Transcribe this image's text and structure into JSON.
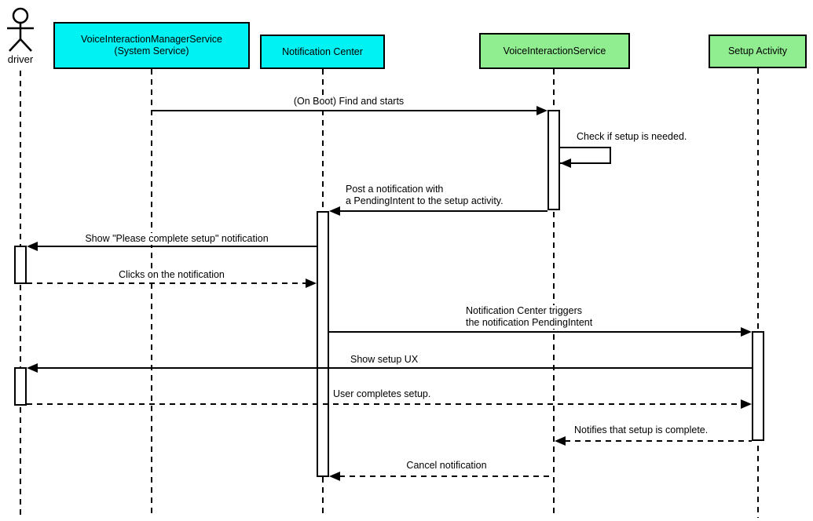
{
  "diagram": {
    "kind": "uml-sequence-diagram",
    "colors": {
      "system_participant": "#00F2F2",
      "app_participant": "#90EE90",
      "line": "#000000",
      "background": "#FFFFFF"
    },
    "actor": {
      "name": "driver"
    },
    "participants": [
      {
        "id": "voice-interaction-manager-service",
        "label": "VoiceInteractionManagerService\n(System Service)",
        "color": "#00F2F2"
      },
      {
        "id": "notification-center",
        "label": "Notification Center",
        "color": "#00F2F2"
      },
      {
        "id": "voice-interaction-service",
        "label": "VoiceInteractionService",
        "color": "#90EE90"
      },
      {
        "id": "setup-activity",
        "label": "Setup Activity",
        "color": "#90EE90"
      }
    ],
    "messages": [
      {
        "from": "voice-interaction-manager-service",
        "to": "voice-interaction-service",
        "style": "solid",
        "label": "(On Boot) Find and starts"
      },
      {
        "from": "voice-interaction-service",
        "to": "voice-interaction-service",
        "style": "solid-self",
        "label": "Check if setup is needed."
      },
      {
        "from": "voice-interaction-service",
        "to": "notification-center",
        "style": "solid",
        "label": "Post a notification with\na PendingIntent to the setup activity."
      },
      {
        "from": "notification-center",
        "to": "driver",
        "style": "solid",
        "label": "Show \"Please complete setup\" notification"
      },
      {
        "from": "driver",
        "to": "notification-center",
        "style": "dashed",
        "label": "Clicks on the notification"
      },
      {
        "from": "notification-center",
        "to": "setup-activity",
        "style": "solid",
        "label": "Notification Center triggers\nthe notification PendingIntent"
      },
      {
        "from": "setup-activity",
        "to": "driver",
        "style": "solid",
        "label": "Show setup UX"
      },
      {
        "from": "driver",
        "to": "setup-activity",
        "style": "dashed",
        "label": "User completes setup."
      },
      {
        "from": "setup-activity",
        "to": "voice-interaction-service",
        "style": "dashed",
        "label": "Notifies that setup is complete."
      },
      {
        "from": "voice-interaction-service",
        "to": "notification-center",
        "style": "dashed",
        "label": "Cancel notification"
      }
    ]
  }
}
